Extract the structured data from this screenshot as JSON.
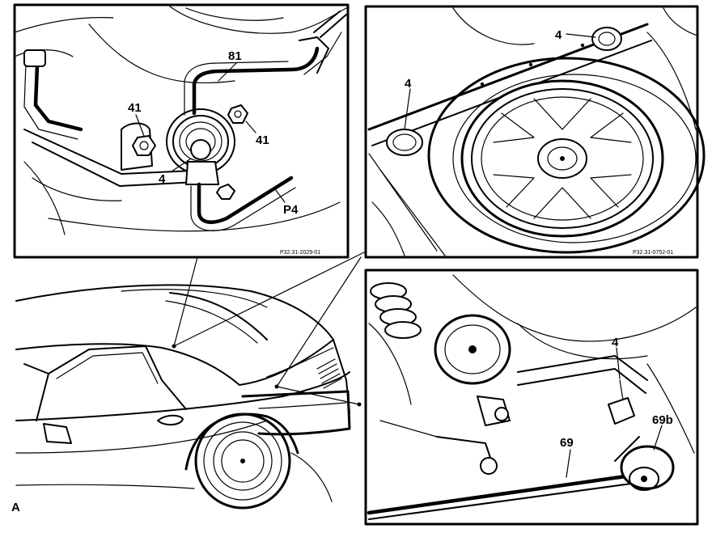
{
  "panels": {
    "top_left": {
      "callouts": [
        "41",
        "81",
        "4",
        "41",
        "P4"
      ],
      "code": "P32.31-2029-01"
    },
    "top_right": {
      "callouts": [
        "4",
        "4"
      ],
      "code": "P32.31-0752-01"
    },
    "bottom_right": {
      "callouts": [
        "4",
        "69",
        "69b"
      ]
    },
    "car_view": {
      "mark": "A"
    }
  }
}
